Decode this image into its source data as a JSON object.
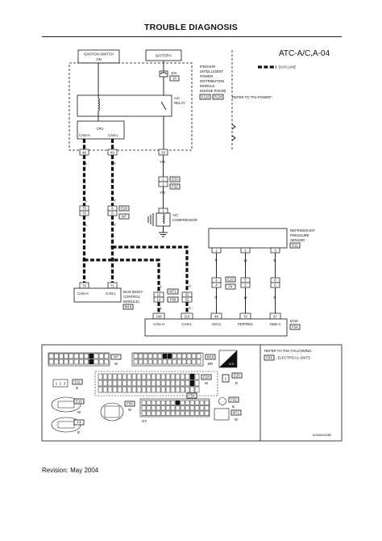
{
  "page_title": "TROUBLE DIAGNOSIS",
  "code": "ATC-A/C,A-04",
  "revision": "Revision: May 2004",
  "legend": {
    "data_line": "DATA LINE"
  },
  "power": {
    "ignition_line1": "IGNITION SWITCH",
    "ignition_line2": "ON",
    "battery": "BATTERY",
    "fuse_amp": "10A",
    "fuse_no": "33"
  },
  "ipdm": {
    "name_lines": [
      "IPDM E/R",
      "(INTELLIGENT",
      "POWER",
      "DISTRIBUTION",
      "MODULE",
      "ENGINE ROOM)"
    ],
    "conn1": "E122",
    "conn2": "E124",
    "refer": "REFER TO \"PG-POWER\".",
    "relay_line1": "A/C",
    "relay_line2": "RELAY",
    "cpu": "CPU",
    "can_h": "CAN-H",
    "can_l": "CAN-L",
    "term_can_h": "48",
    "term_can_l": "49",
    "term_power": "33"
  },
  "wires": {
    "can_h_color": "L",
    "can_l_color": "Y",
    "comp_color": "Y/B",
    "conn_e28": "E28",
    "conn_m7": "M7",
    "pin_70": "70",
    "pin_8": "8",
    "conn_e33": "E33",
    "conn_f32": "F32",
    "pin_1": "1",
    "conn_m71": "M71",
    "conn_f56": "F56",
    "pin_12": "12",
    "pin_32": "32",
    "conn_e15": "E15",
    "conn_f4": "F4",
    "pin_4": "4",
    "pin_5": "5",
    "pin_6": "6",
    "color_r": "R",
    "color_w": "W",
    "color_b": "B"
  },
  "compressor": {
    "line1": "A/C",
    "line2": "COMPRESSOR"
  },
  "bcm": {
    "name_lines": [
      "BCM (BODY",
      "CONTROL",
      "MODULE)"
    ],
    "conn": "M18",
    "term_can_h": "70",
    "term_can_l": "71",
    "can_h": "CAN-H",
    "can_l": "CAN-L"
  },
  "sensor": {
    "name_lines": [
      "REFRIGERANT",
      "PRESSURE",
      "SENSOR"
    ],
    "conn": "E11",
    "pin_1": "1",
    "pin_2": "2",
    "pin_3": "3"
  },
  "ecm": {
    "name": "ECM",
    "conn": "F54",
    "terms": [
      "109",
      "113",
      "49",
      "70",
      "67"
    ],
    "labels": [
      "CAN-H",
      "CAN-L",
      "AVCC",
      "PD/PRES",
      "GND-A"
    ]
  },
  "connectors_refer": {
    "line1": "REFER TO THE FOLLOWING.",
    "conn": "F54",
    "text": "- ELECTRICAL UNITS"
  },
  "connector_panel": {
    "m7": "M7",
    "m7_color": "W",
    "m18": "M18",
    "m18_color": "BR",
    "hs": "H.S.",
    "e11": "E11",
    "e11_color": "B",
    "e28": "E28",
    "e28_color": "W",
    "e33": "E33",
    "e33_color": "B",
    "e15": "E15",
    "e15_color": "W",
    "f32": "F32",
    "f32_color": "B",
    "f4": "F4",
    "f4_color": "B",
    "f56": "F56",
    "f56_color": "W",
    "f54": "F54",
    "f54_color": "GY",
    "m71": "M71",
    "m71_color": "W",
    "pin_1": "1",
    "pin_2": "2",
    "pin_3": "3"
  },
  "figure_code": "WJWA0411BE"
}
